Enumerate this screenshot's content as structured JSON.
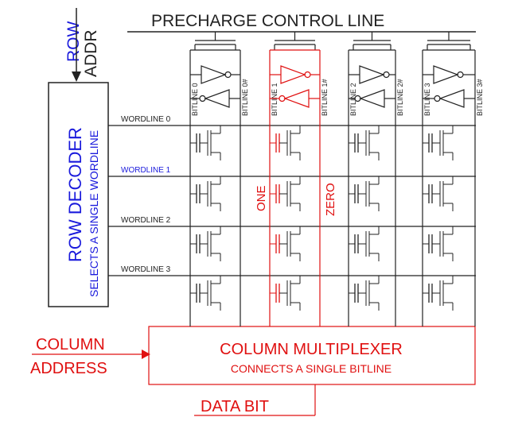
{
  "header": {
    "precharge_label": "PRECHARGE CONTROL LINE"
  },
  "row_addr": {
    "line1": "ROW",
    "line2": "ADDR"
  },
  "row_decoder": {
    "title": "ROW DECODER",
    "subtitle": "SELECTS A SINGLE WORDLINE"
  },
  "wordlines": [
    {
      "label": "WORDLINE 0",
      "selected": false
    },
    {
      "label": "WORDLINE 1",
      "selected": true
    },
    {
      "label": "WORDLINE 2",
      "selected": false
    },
    {
      "label": "WORDLINE 3",
      "selected": false
    }
  ],
  "bitlines": [
    {
      "true_label": "BITLINE 0",
      "comp_label": "BITLINE 0#",
      "selected": false
    },
    {
      "true_label": "BITLINE 1",
      "comp_label": "BITLINE 1#",
      "selected": true
    },
    {
      "true_label": "BITLINE 2",
      "comp_label": "BITLINE 2#",
      "selected": false
    },
    {
      "true_label": "BITLINE 3",
      "comp_label": "BITLINE 3#",
      "selected": false
    }
  ],
  "cell_state": {
    "one_label": "ONE",
    "zero_label": "ZERO"
  },
  "column_address": {
    "line1": "COLUMN",
    "line2": "ADDRESS"
  },
  "column_mux": {
    "title": "COLUMN MULTIPLEXER",
    "subtitle": "CONNECTS A SINGLE BITLINE"
  },
  "output": {
    "data_bit_label": "DATA BIT"
  },
  "colors": {
    "ink": "#222222",
    "blue": "#1a1adc",
    "red": "#e01010"
  }
}
